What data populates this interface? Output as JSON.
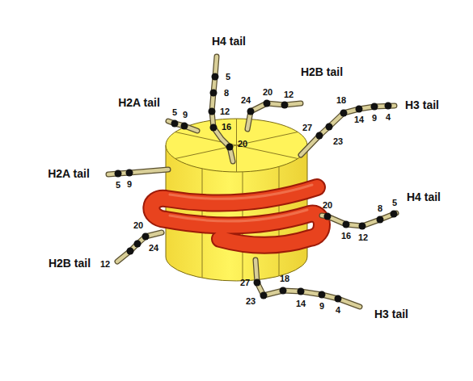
{
  "diagram": {
    "labels": [
      "H4 tail",
      "5",
      "8",
      "12",
      "16",
      "20",
      "H2B tail",
      "24",
      "20",
      "12",
      "H2A tail",
      "5",
      "9",
      "H3 tail",
      "18",
      "14",
      "9",
      "4",
      "27",
      "23",
      "H2A tail",
      "5",
      "9",
      "H4 tail",
      "20",
      "16",
      "12",
      "8",
      "5",
      "H2B tail",
      "20",
      "24",
      "12",
      "H3 tail",
      "27",
      "23",
      "18",
      "14",
      "9",
      "4"
    ]
  }
}
